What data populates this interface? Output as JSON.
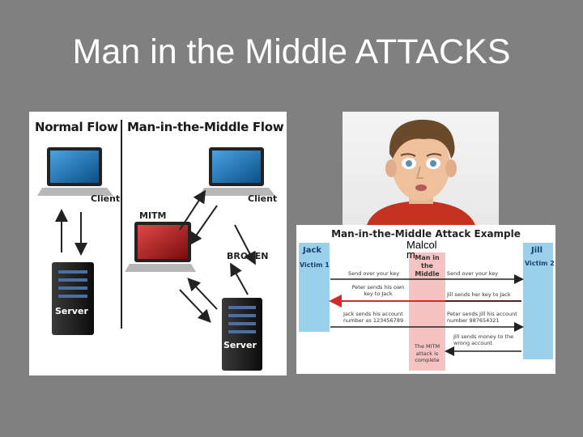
{
  "slide": {
    "title": "Man in the Middle ATTACKS"
  },
  "flow_diagram": {
    "normal_heading": "Normal Flow",
    "mitm_heading": "Man-in-the-Middle Flow",
    "client_label_left": "Client",
    "client_label_right": "Client",
    "mitm_label": "MITM",
    "broken_label": "BROKEN",
    "server_label_left": "Server",
    "server_label_right": "Server"
  },
  "example": {
    "title": "Man-in-the-Middle Attack Example",
    "left_name": "Jack",
    "left_role": "Victim 1",
    "right_name": "Jill",
    "right_role": "Victim 2",
    "middle_label": "Man in the Middle",
    "msg_jack_send": "Send over your key",
    "msg_jill_send": "Send over your key",
    "msg_peter_jack": "Peter sends his own key to Jack",
    "msg_jill_key": "Jill sends her key to Jack",
    "msg_jack_account": "Jack sends his account number as 123456789",
    "msg_peter_jill": "Peter sends Jill his account number 987654321",
    "msg_jill_money": "Jill sends money to the wrong account",
    "complete_note": "The MITM attack is complete"
  },
  "overlay": {
    "line1": "Malcol",
    "line2": "m"
  },
  "colors": {
    "background": "#808080",
    "accent_blue": "#9bd0ea",
    "accent_red": "#d62a2a",
    "mitm_pink": "#f6c3c3"
  }
}
